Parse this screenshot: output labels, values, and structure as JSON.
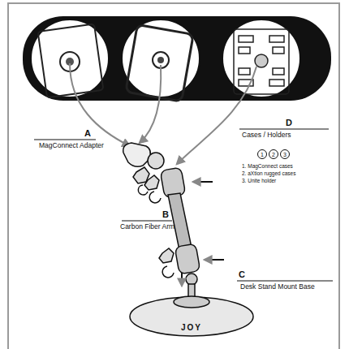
{
  "diagram": {
    "nodes": [
      {
        "text": [
          "1"
        ]
      },
      {
        "text": [
          "2"
        ]
      },
      {
        "text": [
          "3"
        ]
      }
    ],
    "labels": [
      "A",
      "MagConnect Adapter",
      "B",
      "Carbon Fiber Arm",
      "C",
      "Desk Stand Mount Base",
      "D",
      "Cases / Holders",
      "1. MagConnect cases",
      "2. aXtion rugged cases",
      "3. Unite holder",
      "JOY"
    ]
  }
}
